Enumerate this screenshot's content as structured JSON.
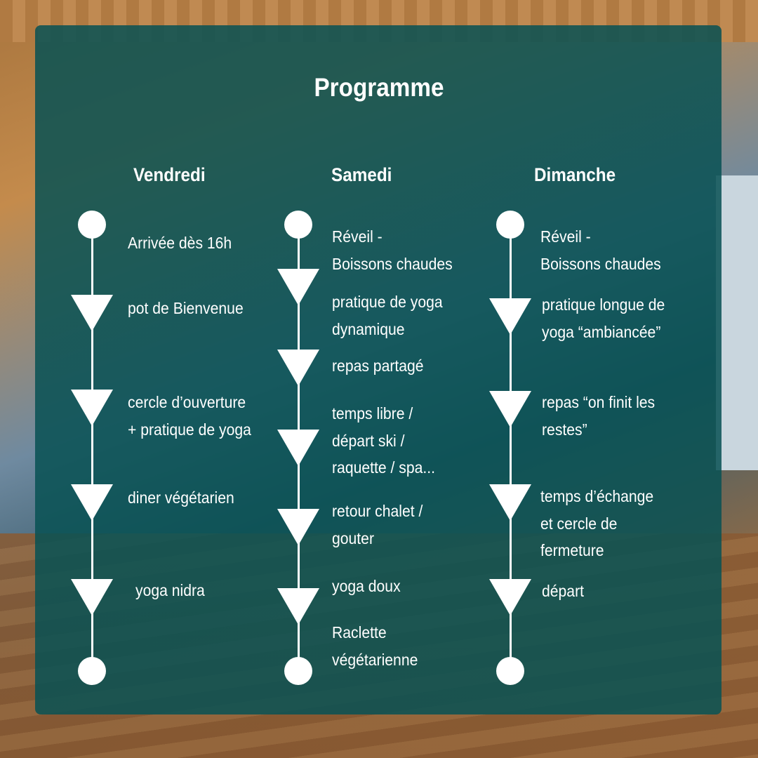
{
  "title": "Programme",
  "days": [
    {
      "name": "Vendredi",
      "items": [
        "Arrivée dès 16h",
        "pot de Bienvenue",
        "cercle d’ouverture\n+ pratique de yoga",
        "diner végétarien",
        "yoga nidra"
      ]
    },
    {
      "name": "Samedi",
      "items": [
        "Réveil -\nBoissons chaudes",
        "pratique de yoga\ndynamique",
        "repas partagé",
        "temps libre /\ndépart ski /\nraquette / spa...",
        "retour chalet /\ngouter",
        "yoga doux",
        "Raclette\nvégétarienne"
      ]
    },
    {
      "name": "Dimanche",
      "items": [
        "Réveil -\nBoissons chaudes",
        "pratique longue de\nyoga “ambiancée”",
        "repas “on finit les\nrestes”",
        "temps d’échange\net cercle de\nfermeture",
        "départ"
      ]
    }
  ]
}
